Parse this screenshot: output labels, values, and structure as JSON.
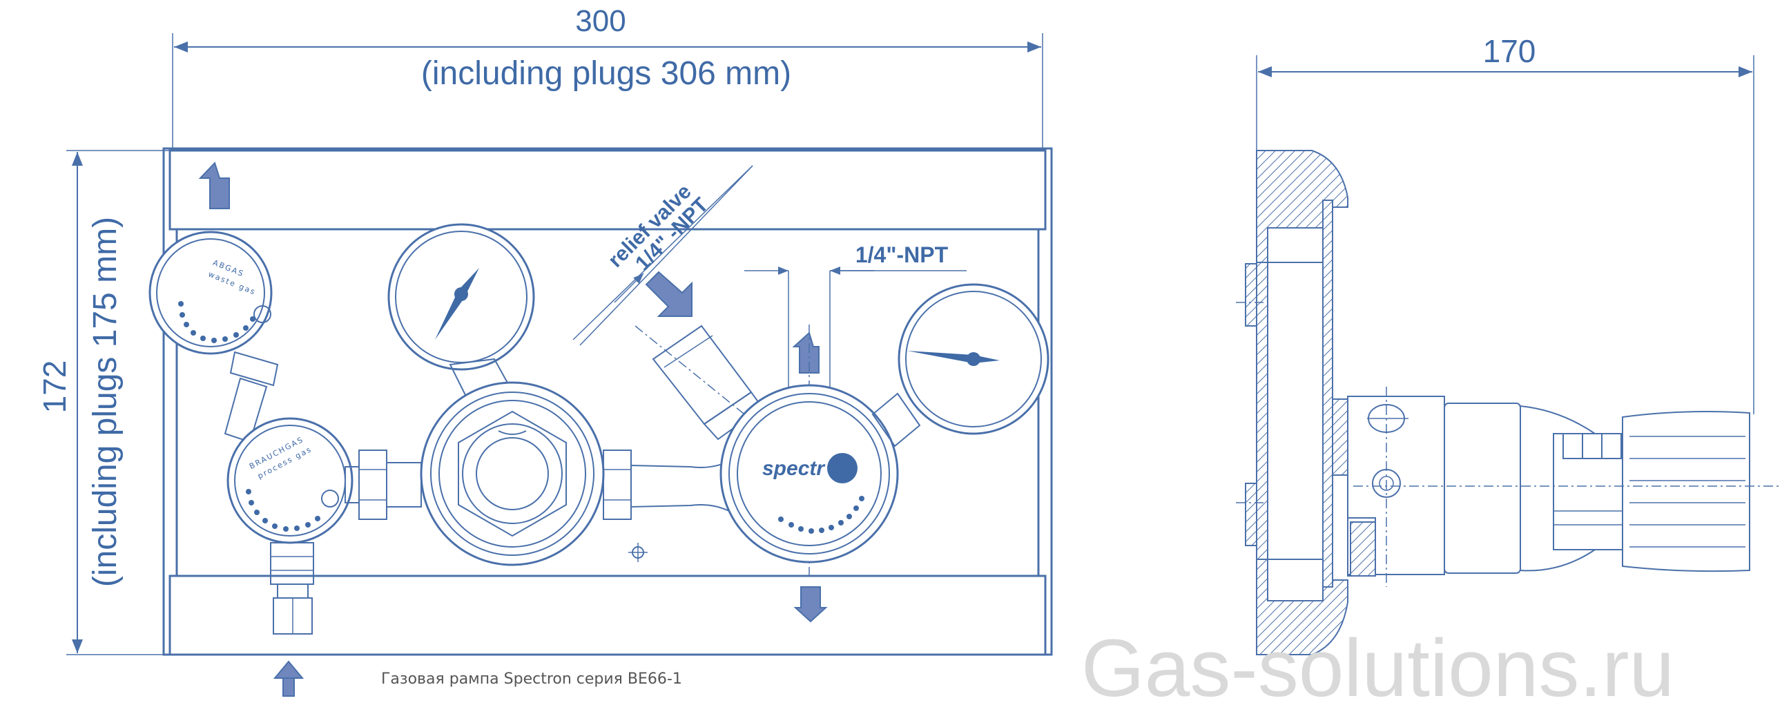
{
  "dimensions": {
    "width": "300",
    "width_note": "(including plugs 306 mm)",
    "height": "172",
    "height_note": "(including plugs 175 mm)",
    "depth": "170",
    "relief_valve_line1": "relief valve",
    "relief_valve_line2": "1/4\" -NPT",
    "outlet_thread": "1/4\"-NPT"
  },
  "gauges": {
    "waste_gas_label1": "ABGAS",
    "waste_gas_label2": "waste gas",
    "process_gas_label1": "BRAUCHGAS",
    "process_gas_label2": "process gas",
    "brand": "spectr"
  },
  "caption": "Газовая рампа Spectron серия BE66-1",
  "watermark": "Gas-solutions.ru",
  "colors": {
    "line": "#4a70aa",
    "text": "#3f6aa6",
    "arrow": "#6f87bd",
    "watermark": "#d9d9d9"
  }
}
